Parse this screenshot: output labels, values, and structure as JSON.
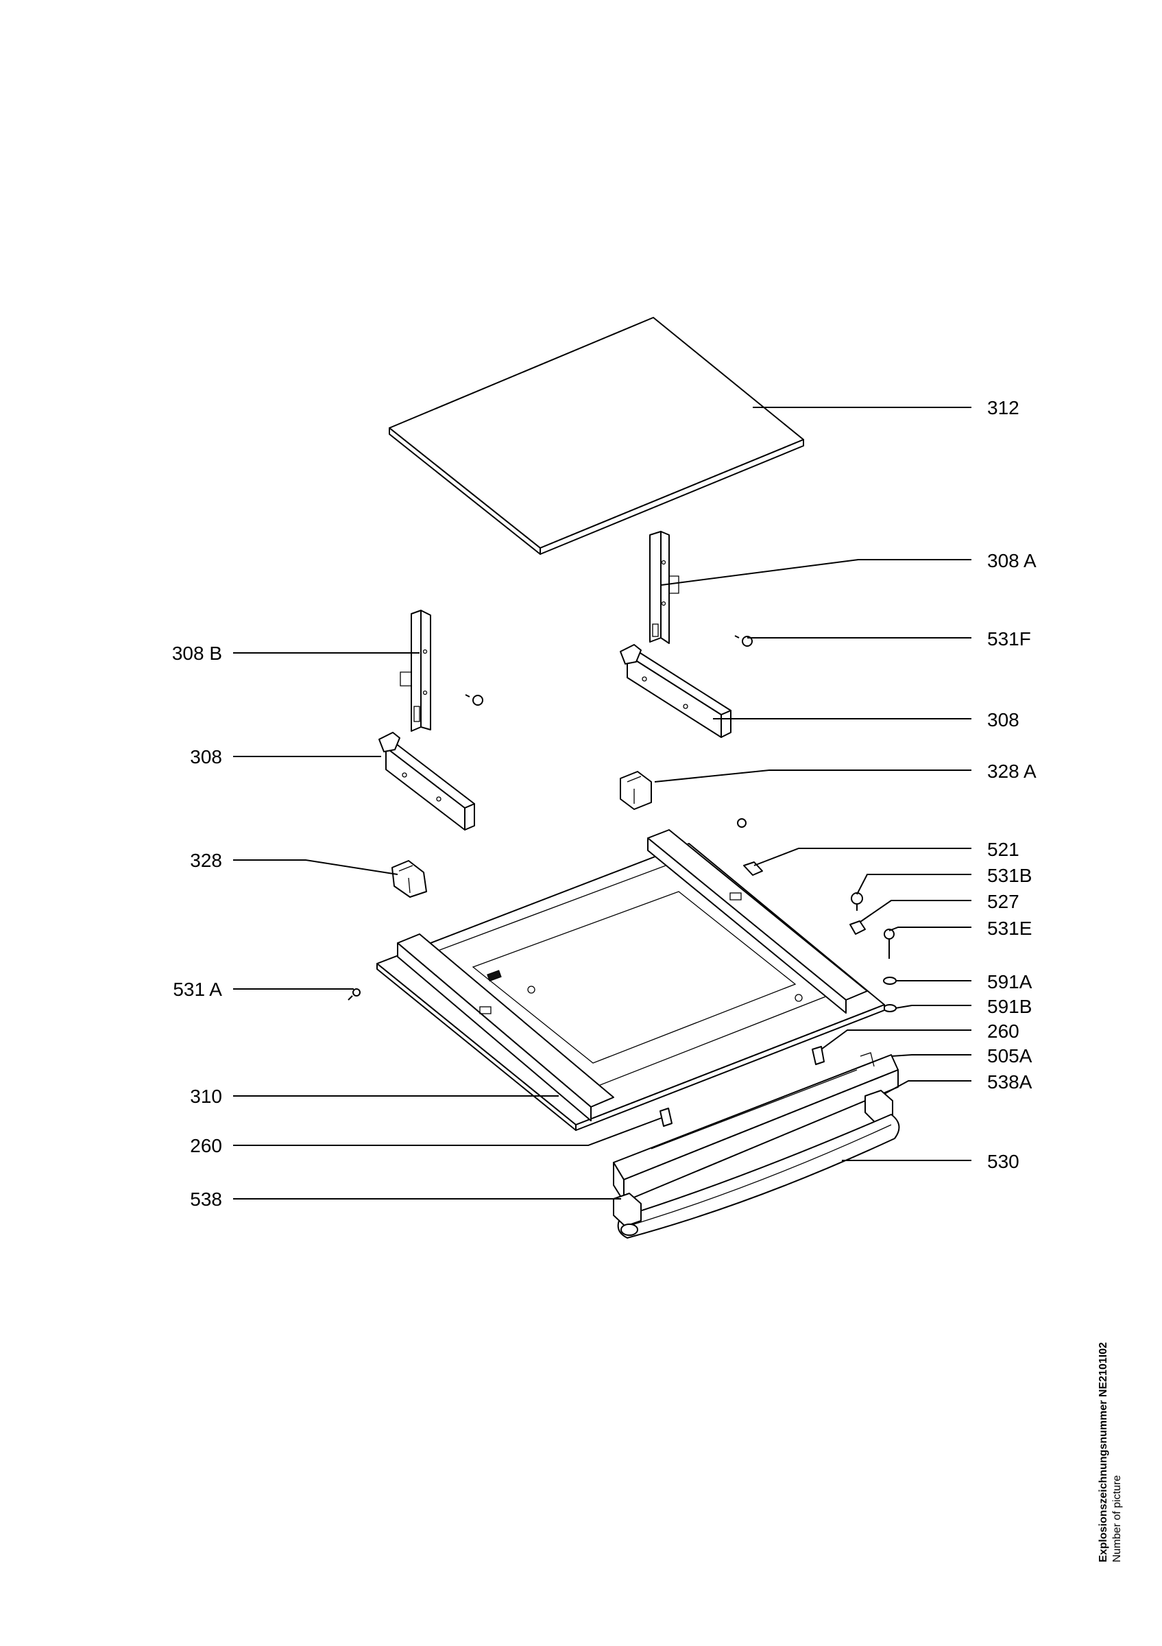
{
  "labels": {
    "l312": "312",
    "l308a": "308 A",
    "l531f": "531F",
    "l308b": "308 B",
    "l308r": "308",
    "l308l": "308",
    "l328a": "328 A",
    "l328": "328",
    "l521": "521",
    "l531b": "531B",
    "l527": "527",
    "l531e": "531E",
    "l531a": "531 A",
    "l591a": "591A",
    "l591b": "591B",
    "l260r": "260",
    "l505a": "505A",
    "l310": "310",
    "l538a": "538A",
    "l260l": "260",
    "l530": "530",
    "l538": "538"
  },
  "caption": {
    "drawing_number_label": "Explosionszeichnungsnummer NE2101I02",
    "drawing_number_sub": "Number of picture"
  }
}
